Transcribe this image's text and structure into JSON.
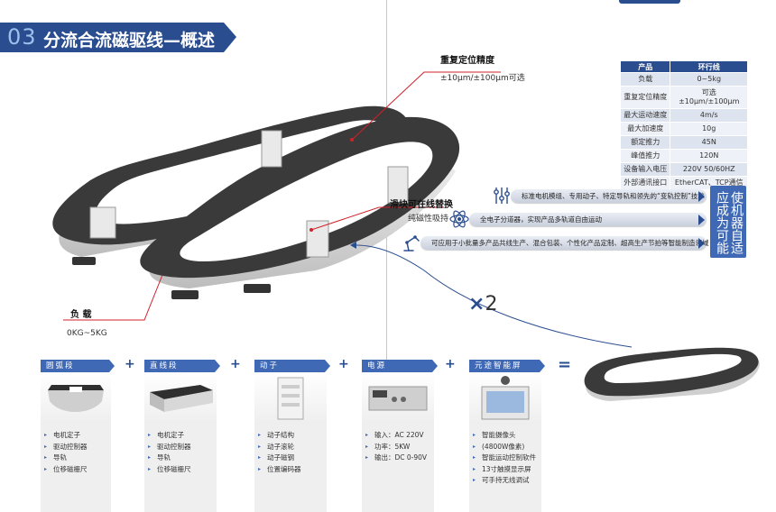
{
  "header": {
    "number": "03",
    "title": "分流合流磁驱线—概述"
  },
  "callouts": {
    "precision": {
      "title": "重复定位精度",
      "value": "±10μm/±100μm可选"
    },
    "slider": {
      "title": "滑块可在线替换",
      "value": "纯磁性吸持"
    },
    "load": {
      "title": "负 载",
      "value": "0KG~5KG"
    }
  },
  "spec_table": {
    "header": [
      "产品",
      "环行线"
    ],
    "rows": [
      [
        "负载",
        "0~5kg"
      ],
      [
        "重复定位精度",
        "可选\n±10μm/±100μm"
      ],
      [
        "最大运动速度",
        "4m/s"
      ],
      [
        "最大加速度",
        "10g"
      ],
      [
        "额定推力",
        "45N"
      ],
      [
        "峰值推力",
        "120N"
      ],
      [
        "设备输入电压",
        "220V 50/60HZ"
      ],
      [
        "外部通讯接口",
        "EtherCAT、TCP通信"
      ]
    ]
  },
  "features": [
    {
      "icon": "sliders-icon",
      "text": "标准电机模组、专用动子、特定导轨和领先的“变轨控制”技术"
    },
    {
      "icon": "atom-icon",
      "text": "全电子分道器，实现产品多轨道自由运动"
    },
    {
      "icon": "robot-arm-icon",
      "text": "可应用于小批量多产品共线生产、混合包装、个性化产品定制、超高生产节拍等智能制造领域"
    }
  ],
  "side_label": {
    "col1": "应成为可能",
    "col2": "使机器自适"
  },
  "multiplier": {
    "symbol": "×",
    "count": "2"
  },
  "components": [
    {
      "title": "圆弧段",
      "items": [
        "电机定子",
        "驱动控制器",
        "导轨",
        "位移磁栅尺"
      ]
    },
    {
      "title": "直线段",
      "items": [
        "电机定子",
        "驱动控制器",
        "导轨",
        "位移磁栅尺"
      ]
    },
    {
      "title": "动子",
      "items": [
        "动子结构",
        "动子滚轮",
        "动子磁钢",
        "位置编码器"
      ]
    },
    {
      "title": "电源",
      "items": [
        "输入：AC 220V",
        "功率：5KW",
        "输出：DC 0-90V"
      ]
    },
    {
      "title": "元途智能屏",
      "items": [
        "智能摄像头",
        "(4800W像素)",
        "智能运动控制软件",
        "13寸触摸显示屏",
        "可手持无线调试"
      ]
    }
  ],
  "colors": {
    "brand": "#2a4d8f",
    "accent": "#3f69b4",
    "callout_line": "#d0202a"
  }
}
